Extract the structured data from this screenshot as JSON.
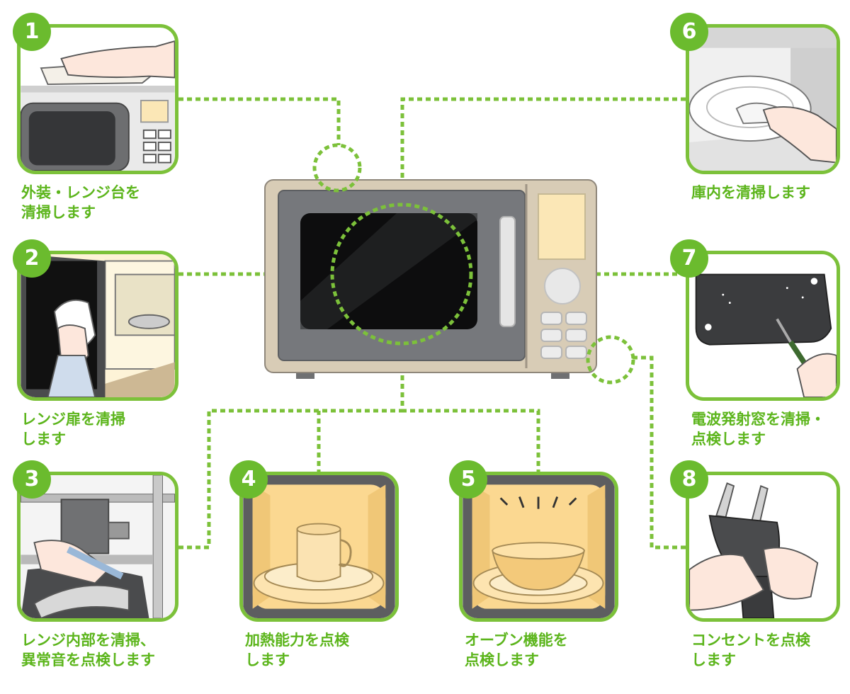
{
  "steps": [
    {
      "num": "1",
      "caption": "外装・レンジ台を\n清掃します"
    },
    {
      "num": "2",
      "caption": "レンジ扉を清掃\nします"
    },
    {
      "num": "3",
      "caption": "レンジ内部を清掃、\n異常音を点検します"
    },
    {
      "num": "4",
      "caption": "加熱能力を点検\nします"
    },
    {
      "num": "5",
      "caption": "オーブン機能を\n点検します"
    },
    {
      "num": "6",
      "caption": "庫内を清掃します"
    },
    {
      "num": "7",
      "caption": "電波発射窓を清掃・\n点検します"
    },
    {
      "num": "8",
      "caption": "コンセントを点検\nします"
    }
  ],
  "colors": {
    "accent": "#6bbb2e",
    "border": "#7cc13a",
    "caption": "#5cb51c"
  },
  "icons": [
    "microwave-icon",
    "hand-wiping-icon",
    "plug-icon",
    "vacuum-icon",
    "cup-icon",
    "bowl-icon",
    "plate-icon",
    "screwdriver-icon"
  ]
}
